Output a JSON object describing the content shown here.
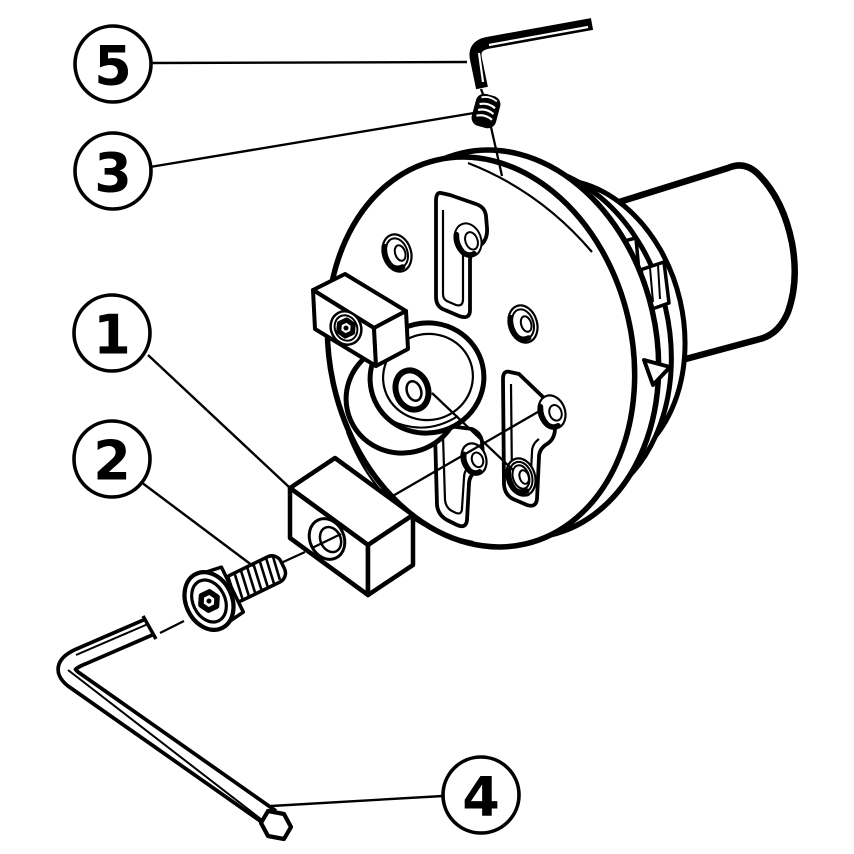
{
  "figure": {
    "kind": "exploded-assembly-line-drawing",
    "background_color": "#ffffff",
    "line_color": "#000000",
    "parts": [
      {
        "id": "1",
        "semantic": "clamp-block"
      },
      {
        "id": "2",
        "semantic": "socket-head-clamp-screw"
      },
      {
        "id": "3",
        "semantic": "set-screw"
      },
      {
        "id": "4",
        "semantic": "hex-key-large"
      },
      {
        "id": "5",
        "semantic": "hex-key-small"
      }
    ]
  },
  "callouts": [
    {
      "label": "5"
    },
    {
      "label": "3"
    },
    {
      "label": "1"
    },
    {
      "label": "2"
    },
    {
      "label": "4"
    }
  ]
}
